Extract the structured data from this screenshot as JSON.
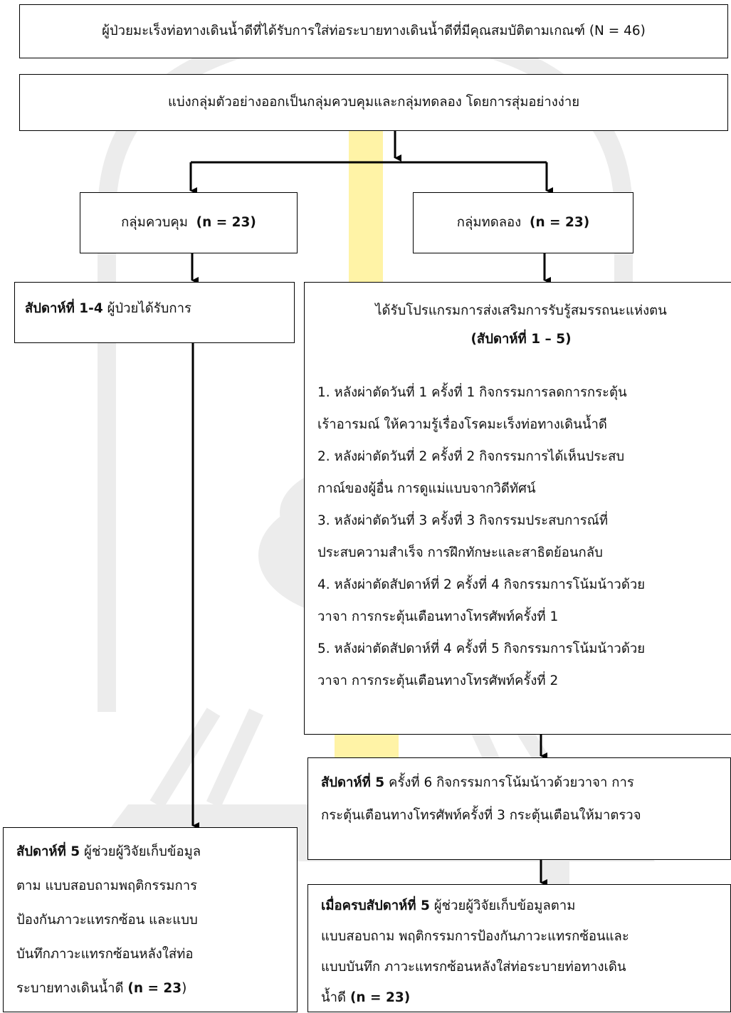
{
  "boxes": {
    "eligible": {
      "text": "ผู้ป่วยมะเร็งท่อทางเดินน้ำดีที่ได้รับการใส่ท่อระบายทางเดินน้ำดีที่มีคุณสมบัติตามเกณฑ์ (N = 46)"
    },
    "allocation": {
      "text": "แบ่งกลุ่มตัวอย่างออกเป็นกลุ่มควบคุมและกลุ่มทดลอง โดยการสุ่มอย่างง่าย"
    },
    "control_group": {
      "label": "กลุ่มควบคุม",
      "n": "(n = 23)"
    },
    "experimental_group": {
      "label": "กลุ่มทดลอง",
      "n": "(n = 23)"
    },
    "control_care": {
      "week": "สัปดาห์ที่ 1-4",
      "text": " ผู้ป่วยได้รับการ"
    },
    "program": {
      "title": "ได้รับโปรแกรมการส่งเสริมการรับรู้สมรรถนะแห่งตน",
      "subtitle": "(สัปดาห์ที่ 1 – 5)",
      "lines": [
        "1. หลังผ่าตัดวันที่ 1 ครั้งที่ 1 กิจกรรมการลดการกระตุ้น",
        "เร้าอารมณ์ ให้ความรู้เรื่องโรคมะเร็งท่อทางเดินน้ำดี",
        "2. หลังผ่าตัดวันที่ 2 ครั้งที่ 2 กิจกรรมการได้เห็นประสบ",
        "กาณ์ของผู้อื่น การดูแม่แบบจากวิดีทัศน์",
        "3. หลังผ่าตัดวันที่ 3 ครั้งที่ 3 กิจกรรมประสบการณ์ที่",
        "ประสบความสำเร็จ การฝึกทักษะและสาธิตย้อนกลับ",
        "4. หลังผ่าตัดสัปดาห์ที่ 2 ครั้งที่ 4 กิจกรรมการโน้มน้าวด้วย",
        "วาจา การกระตุ้นเตือนทางโทรศัพท์ครั้งที่ 1",
        "5. หลังผ่าตัดสัปดาห์ที่ 4 ครั้งที่ 5 กิจกรรมการโน้มน้าวด้วย",
        "วาจา การกระตุ้นเตือนทางโทรศัพท์ครั้งที่ 2"
      ]
    },
    "week5_session": {
      "week": "สัปดาห์ที่ 5",
      "line1": " ครั้งที่ 6 กิจกรรมการโน้มน้าวด้วยวาจา การ",
      "line2": "กระตุ้นเตือนทางโทรศัพท์ครั้งที่ 3 กระตุ้นเตือนให้มาตรวจ"
    },
    "control_followup": {
      "week": "สัปดาห์ที่ 5",
      "line1": " ผู้ช่วยผู้วิจัยเก็บข้อมูล",
      "line2": "ตาม แบบสอบถามพฤติกรรมการ",
      "line3": "ป้องกันภาวะแทรกซ้อน และแบบ",
      "line4": "บันทึกภาวะแทรกซ้อนหลังใส่ท่อ",
      "line5": "ระบายทางเดินน้ำดี ",
      "n": "(n = 23",
      "close": ")"
    },
    "experimental_followup": {
      "week": "เมื่อครบสัปดาห์ที่ 5",
      "line1": " ผู้ช่วยผู้วิจัยเก็บข้อมูลตาม",
      "line2": "แบบสอบถาม พฤติกรรมการป้องกันภาวะแทรกซ้อนและ",
      "line3": "แบบบันทึก ภาวะแทรกซ้อนหลังใส่ท่อระบายท่อทางเดิน",
      "line4": "น้ำดี ",
      "n": "(n = 23)"
    }
  },
  "colors": {
    "watermark_gray": "#ececec",
    "watermark_yellow": "#fff3a6"
  }
}
